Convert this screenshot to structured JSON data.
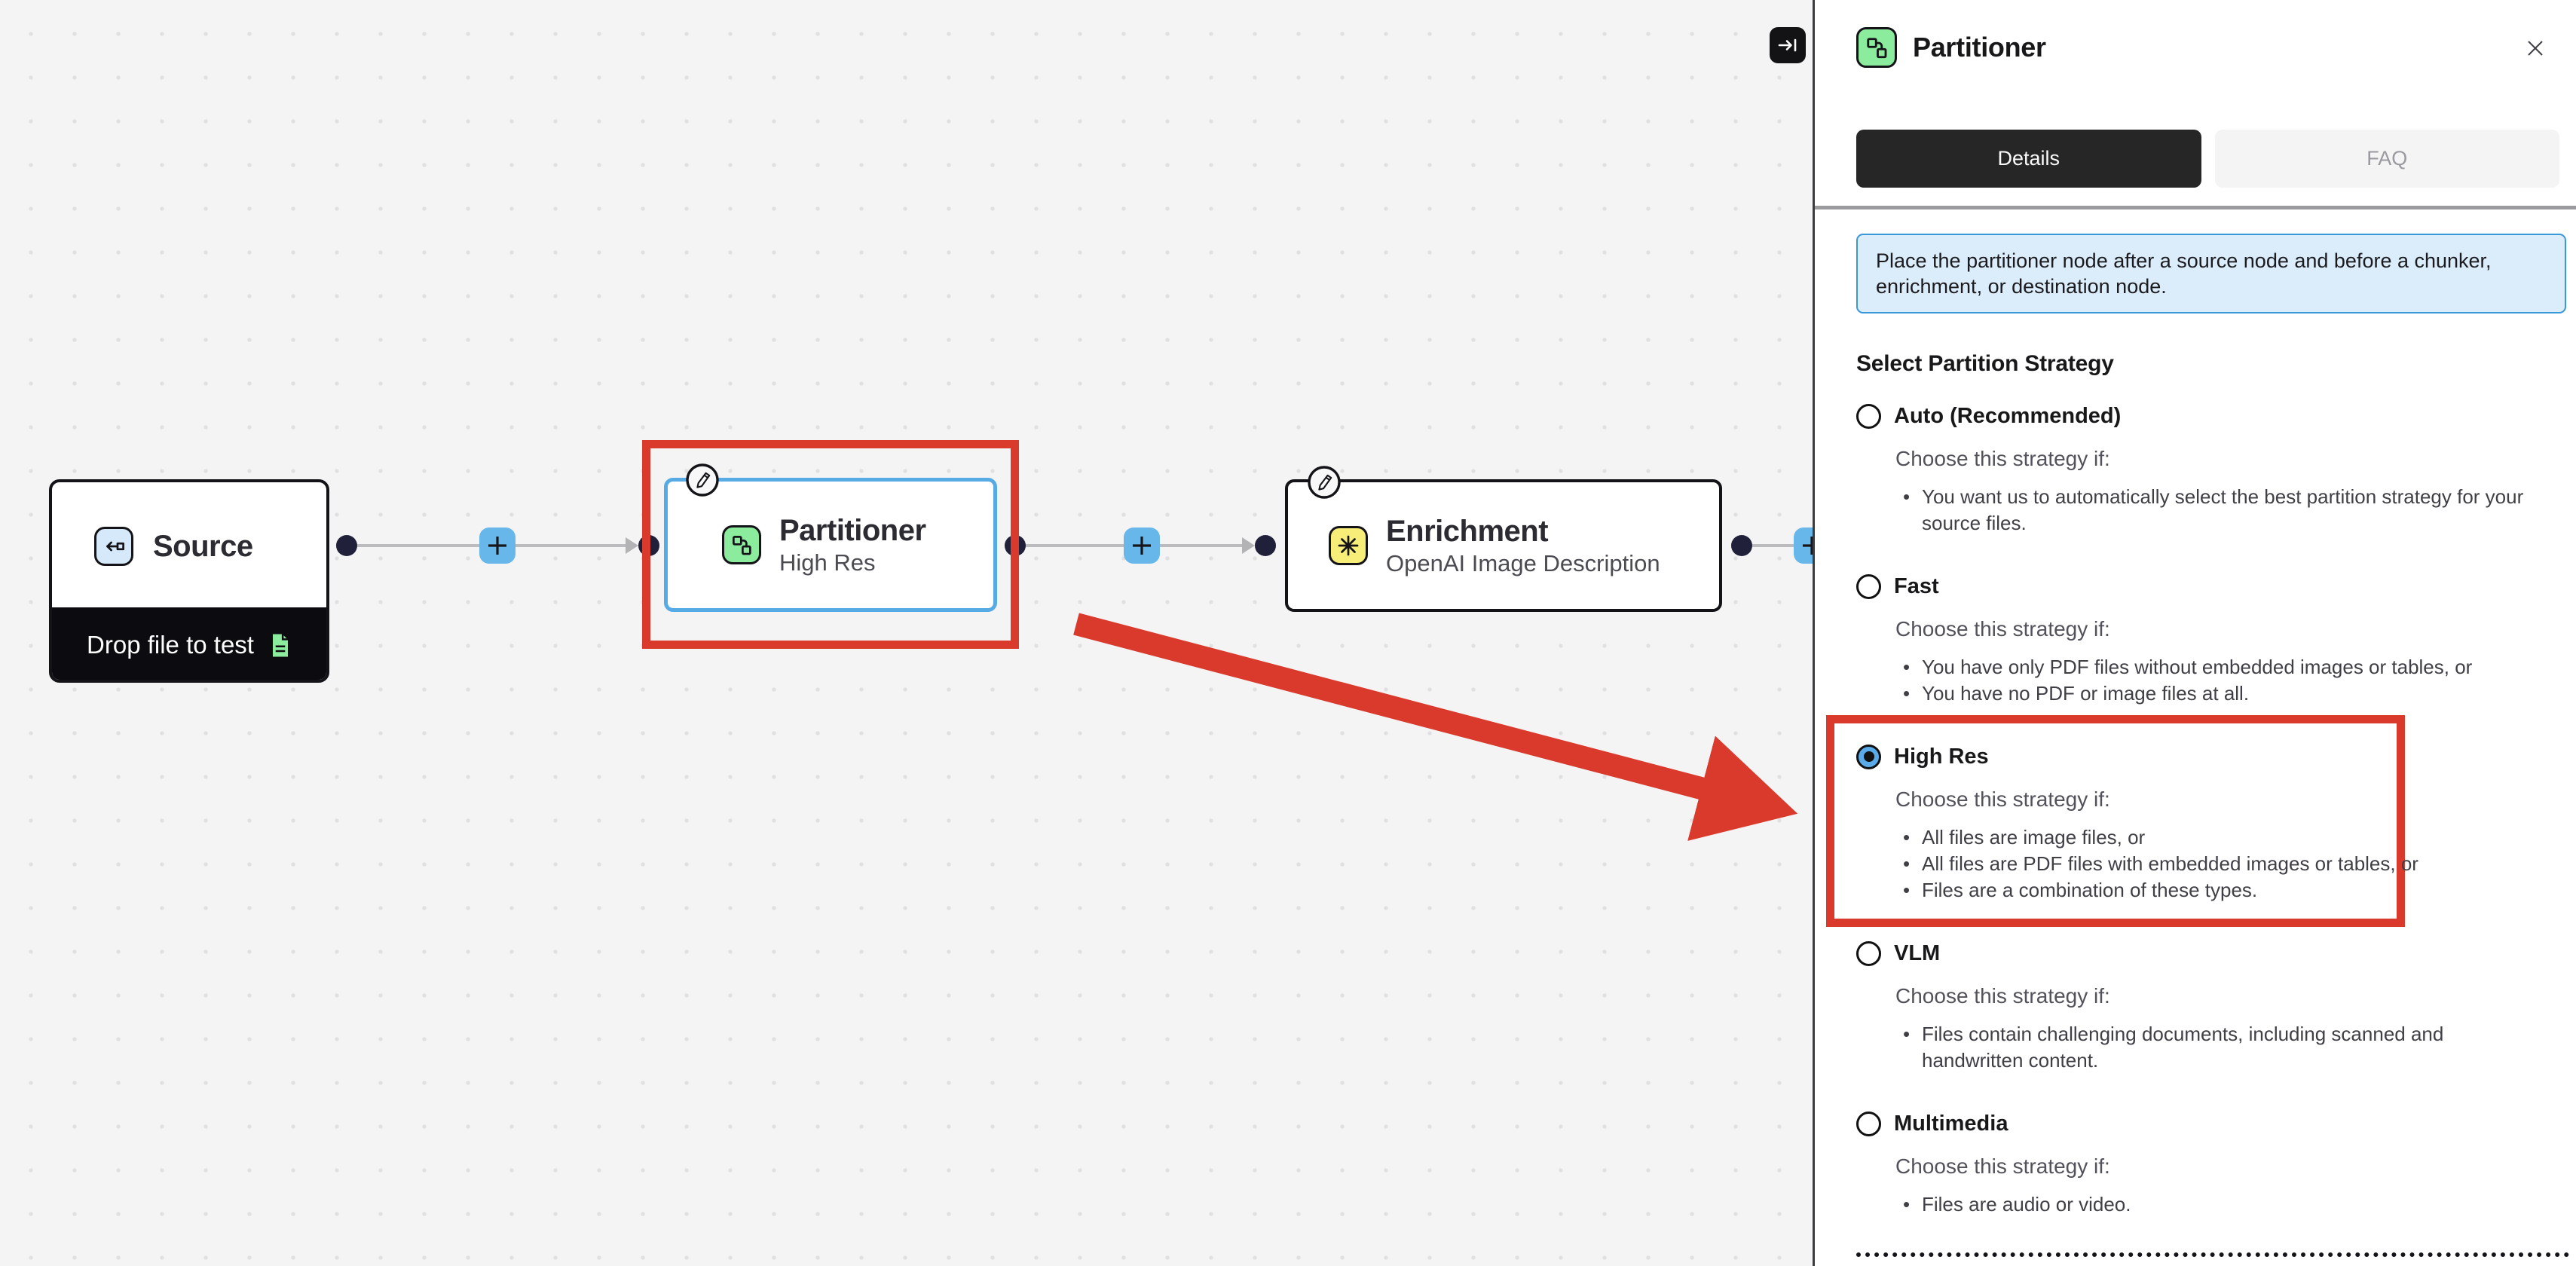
{
  "colors": {
    "annotation_red": "#d93a2c",
    "selected_node_blue": "#57abe5",
    "node_green": "#8cec9d",
    "node_yellow": "#f7ee79",
    "node_lightblue": "#d6e9fb",
    "plus_button_blue": "#67b7ea",
    "info_bg": "#dbedfa",
    "info_border": "#3898d8",
    "tab_active_bg": "#262626",
    "canvas_bg": "#f4f4f5",
    "handle_dark": "#20203a"
  },
  "icons": {
    "panel_header": "partitioner-icon",
    "close": "close-icon",
    "collapse": "collapse-panel-icon",
    "source_node": "source-input-icon",
    "partitioner_node": "partitioner-icon",
    "enrichment_node": "enrichment-sparkle-icon",
    "edit_badge": "pencil-edit-icon",
    "add_node": "plus-icon",
    "drop_file": "document-icon"
  },
  "canvas": {
    "nodes": [
      {
        "title": "Source",
        "footer": "Drop file to test"
      },
      {
        "title": "Partitioner",
        "subtitle": "High Res",
        "selected": true
      },
      {
        "title": "Enrichment",
        "subtitle": "OpenAI Image Description"
      }
    ]
  },
  "panel": {
    "title": "Partitioner",
    "tabs": [
      {
        "label": "Details",
        "active": true
      },
      {
        "label": "FAQ",
        "active": false
      }
    ],
    "info_note": "Place the partitioner node after a source node and before a chunker, enrichment, or destination node.",
    "section_heading": "Select Partition Strategy",
    "choose_prefix": "Choose this strategy if:",
    "options": [
      {
        "label": "Auto (Recommended)",
        "selected": false,
        "bullets": [
          "You want us to automatically select the best partition strategy for your source files."
        ]
      },
      {
        "label": "Fast",
        "selected": false,
        "bullets": [
          "You have only PDF files without embedded images or tables, or",
          "You have no PDF or image files at all."
        ]
      },
      {
        "label": "High Res",
        "selected": true,
        "annotated": true,
        "bullets": [
          "All files are image files, or",
          "All files are PDF files with embedded images or tables, or",
          "Files are a combination of these types."
        ]
      },
      {
        "label": "VLM",
        "selected": false,
        "bullets": [
          "Files contain challenging documents, including scanned and handwritten content."
        ]
      },
      {
        "label": "Multimedia",
        "selected": false,
        "bullets": [
          "Files are audio or video."
        ]
      }
    ]
  }
}
